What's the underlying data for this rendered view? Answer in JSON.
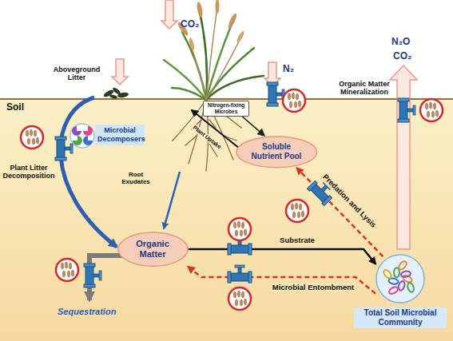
{
  "diagram": {
    "nodes": [
      {
        "text": [
          "Microbial Decomposers"
        ]
      },
      {
        "text": [
          "Nitrogen-fixing Microbes"
        ]
      },
      {
        "text": [
          "Soluble Nutrient Pool"
        ]
      },
      {
        "text": [
          "Organic Matter"
        ]
      },
      {
        "text": [
          "Total Soil Microbial Community"
        ]
      }
    ],
    "edges": [
      {
        "from": 1,
        "to": 2,
        "arrow": "to"
      },
      {
        "from": 3,
        "to": 4,
        "label": "Substrate",
        "arrow": "to"
      },
      {
        "from": 4,
        "to": 3,
        "label": "Microbial Entombment",
        "arrow": "to"
      },
      {
        "from": 4,
        "to": 2,
        "label": "Predation and Lysis",
        "arrow": "to"
      }
    ],
    "labels": [
      "CO₂",
      "Aboveground Litter",
      "Soil",
      "Plant Litter Decomposition",
      "Root Exudates",
      "Plant Uptake",
      "N₂",
      "N₂O",
      "CO₂",
      "Organic Matter Mineralization",
      "Sequestration"
    ]
  }
}
